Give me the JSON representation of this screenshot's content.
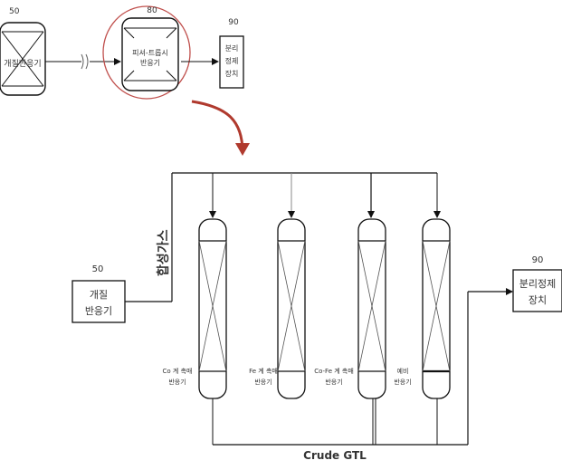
{
  "top": {
    "reformer": {
      "number": "50",
      "label": "개질반응기"
    },
    "ft_reactor": {
      "number": "80",
      "label_line1": "피셔-트롭시",
      "label_line2": "반응기"
    },
    "separator": {
      "number": "90",
      "label_line1": "분리",
      "label_line2": "정제",
      "label_line3": "장치"
    }
  },
  "bottom": {
    "syngas_label": "합성가스",
    "reformer": {
      "number": "50",
      "label_line1": "개질",
      "label_line2": "반응기"
    },
    "reactors": [
      {
        "label_line1": "Co 계 촉매",
        "label_line2": "반응기"
      },
      {
        "label_line1": "Fe 계 촉매",
        "label_line2": "반응기"
      },
      {
        "label_line1": "Co-Fe 계 촉매",
        "label_line2": "반응기"
      },
      {
        "label_line1": "예비",
        "label_line2": "반응기"
      }
    ],
    "separator": {
      "number": "90",
      "label_line1": "분리정제",
      "label_line2": "장치"
    },
    "product_label": "Crude GTL"
  },
  "colors": {
    "line": "#111111",
    "highlight_circle": "#c0504d",
    "arrow_red": "#b03a2e"
  }
}
